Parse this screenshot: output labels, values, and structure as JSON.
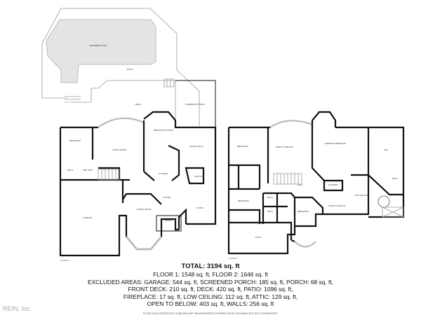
{
  "floor1": {
    "label": "FLOOR 1",
    "rooms": {
      "pool": "SWIMMING POOL",
      "patio": "PATIO",
      "deck": "DECK",
      "screened_porch": "SCREENED PORCH",
      "bedroom": "BEDROOM",
      "living_room": "LIVING ROOM",
      "breakfast_room": "BREAKFAST ROOM",
      "front_deck": "FRONT DECK",
      "kitchen": "KITCHEN",
      "bath": "BATH",
      "wet_bar": "WET BAR",
      "pantry": "PANTRY",
      "garage": "GARAGE",
      "dining_room": "DINING ROOM",
      "foyer": "FOYER",
      "room": "ROOM",
      "porch": "PORCH"
    }
  },
  "floor2": {
    "label": "FLOOR 2",
    "rooms": {
      "bedroom_nw": "BEDROOM",
      "open_to_below_1": "OPEN TO BELOW",
      "primary_bedroom": "PRIMARY BEDROOM",
      "wic": "WIC",
      "hall": "HALL",
      "laundry": "LAUNDRY",
      "bath_primary": "BATH",
      "bedroom_w": "BEDROOM",
      "bath_1": "BATH",
      "bath_2": "BATH",
      "bedroom_s": "BEDROOM",
      "open_to_below_2": "OPEN TO BELOW",
      "low_ceiling": "LOW CEILING",
      "attic": "ATTIC"
    }
  },
  "summary": {
    "total": "TOTAL: 3194 sq. ft",
    "floors": "FLOOR 1: 1548 sq. ft, FLOOR 2: 1646 sq. ft",
    "excluded_1": "EXCLUDED AREAS: GARAGE: 544 sq. ft, SCREENED PORCH: 185 sq. ft, PORCH: 68 sq. ft,",
    "excluded_2": "FRONT DECK: 210 sq. ft, DECK: 420 sq. ft, PATIO: 1096 sq. ft,",
    "excluded_3": "FIREPLACE: 17 sq. ft, LOW CEILING: 112 sq. ft, ATTIC: 129 sq. ft,",
    "excluded_4": "OPEN TO BELOW: 403 sq. ft, WALLS: 256 sq. ft",
    "note": "FLOOR PLAN CREATED BY CUBICASA APP. MEASUREMENTS DEEMED HIGHLY RELIABLE BUT NOT GUARANTEED."
  },
  "watermark": "REIN, Inc."
}
